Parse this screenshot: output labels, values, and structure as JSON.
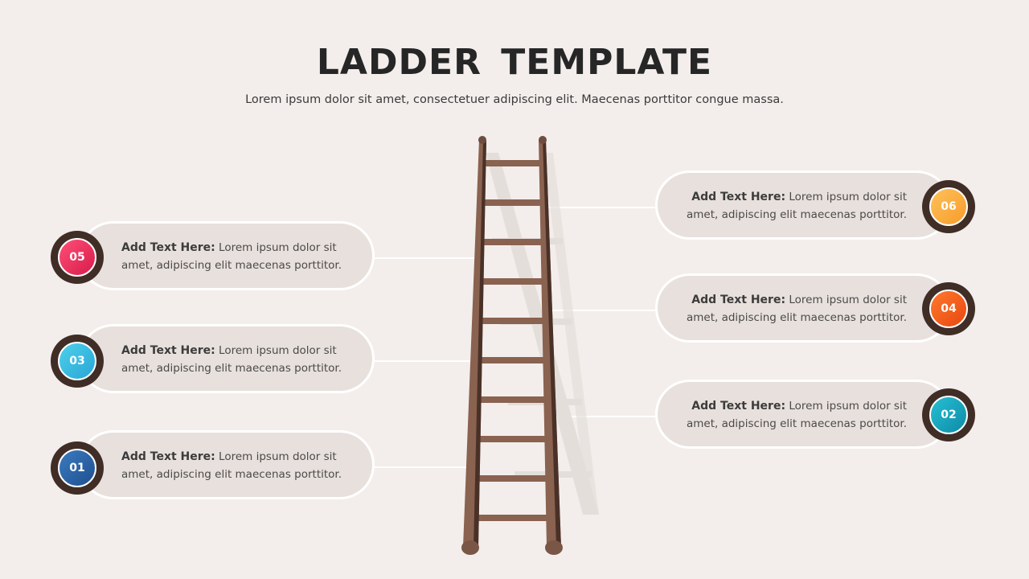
{
  "header": {
    "title": "LADDER TEMPLATE",
    "subtitle": "Lorem ipsum dolor sit amet, consectetuer adipiscing elit. Maecenas porttitor congue massa."
  },
  "steps": [
    {
      "number": "01",
      "side": "left",
      "label": "Add Text Here:",
      "text": "Lorem ipsum dolor sit amet, adipiscing elit maecenas porttitor.",
      "color_from": "#3a7bc0",
      "color_to": "#1f4f8f"
    },
    {
      "number": "02",
      "side": "right",
      "label": "Add Text Here:",
      "text": "Lorem ipsum dolor sit amet, adipiscing elit maecenas porttitor.",
      "color_from": "#26c0d4",
      "color_to": "#0e8aa6"
    },
    {
      "number": "03",
      "side": "left",
      "label": "Add Text Here:",
      "text": "Lorem ipsum dolor sit amet, adipiscing elit maecenas porttitor.",
      "color_from": "#4fd0ea",
      "color_to": "#27a6d6"
    },
    {
      "number": "04",
      "side": "right",
      "label": "Add Text Here:",
      "text": "Lorem ipsum dolor sit amet, adipiscing elit maecenas porttitor.",
      "color_from": "#ff7a2e",
      "color_to": "#e8460f"
    },
    {
      "number": "05",
      "side": "left",
      "label": "Add Text Here:",
      "text": "Lorem ipsum dolor sit amet, adipiscing elit maecenas porttitor.",
      "color_from": "#ff4f78",
      "color_to": "#d81b4a"
    },
    {
      "number": "06",
      "side": "right",
      "label": "Add Text Here:",
      "text": "Lorem ipsum dolor sit amet, adipiscing elit maecenas porttitor.",
      "color_from": "#ffc15a",
      "color_to": "#f79c2a"
    }
  ],
  "colors": {
    "background": "#f3eeec",
    "pill": "#e8e0dc",
    "badge_ring": "#3f2d26",
    "ladder_wood": "#8a6250",
    "ladder_dark": "#4a3128"
  }
}
